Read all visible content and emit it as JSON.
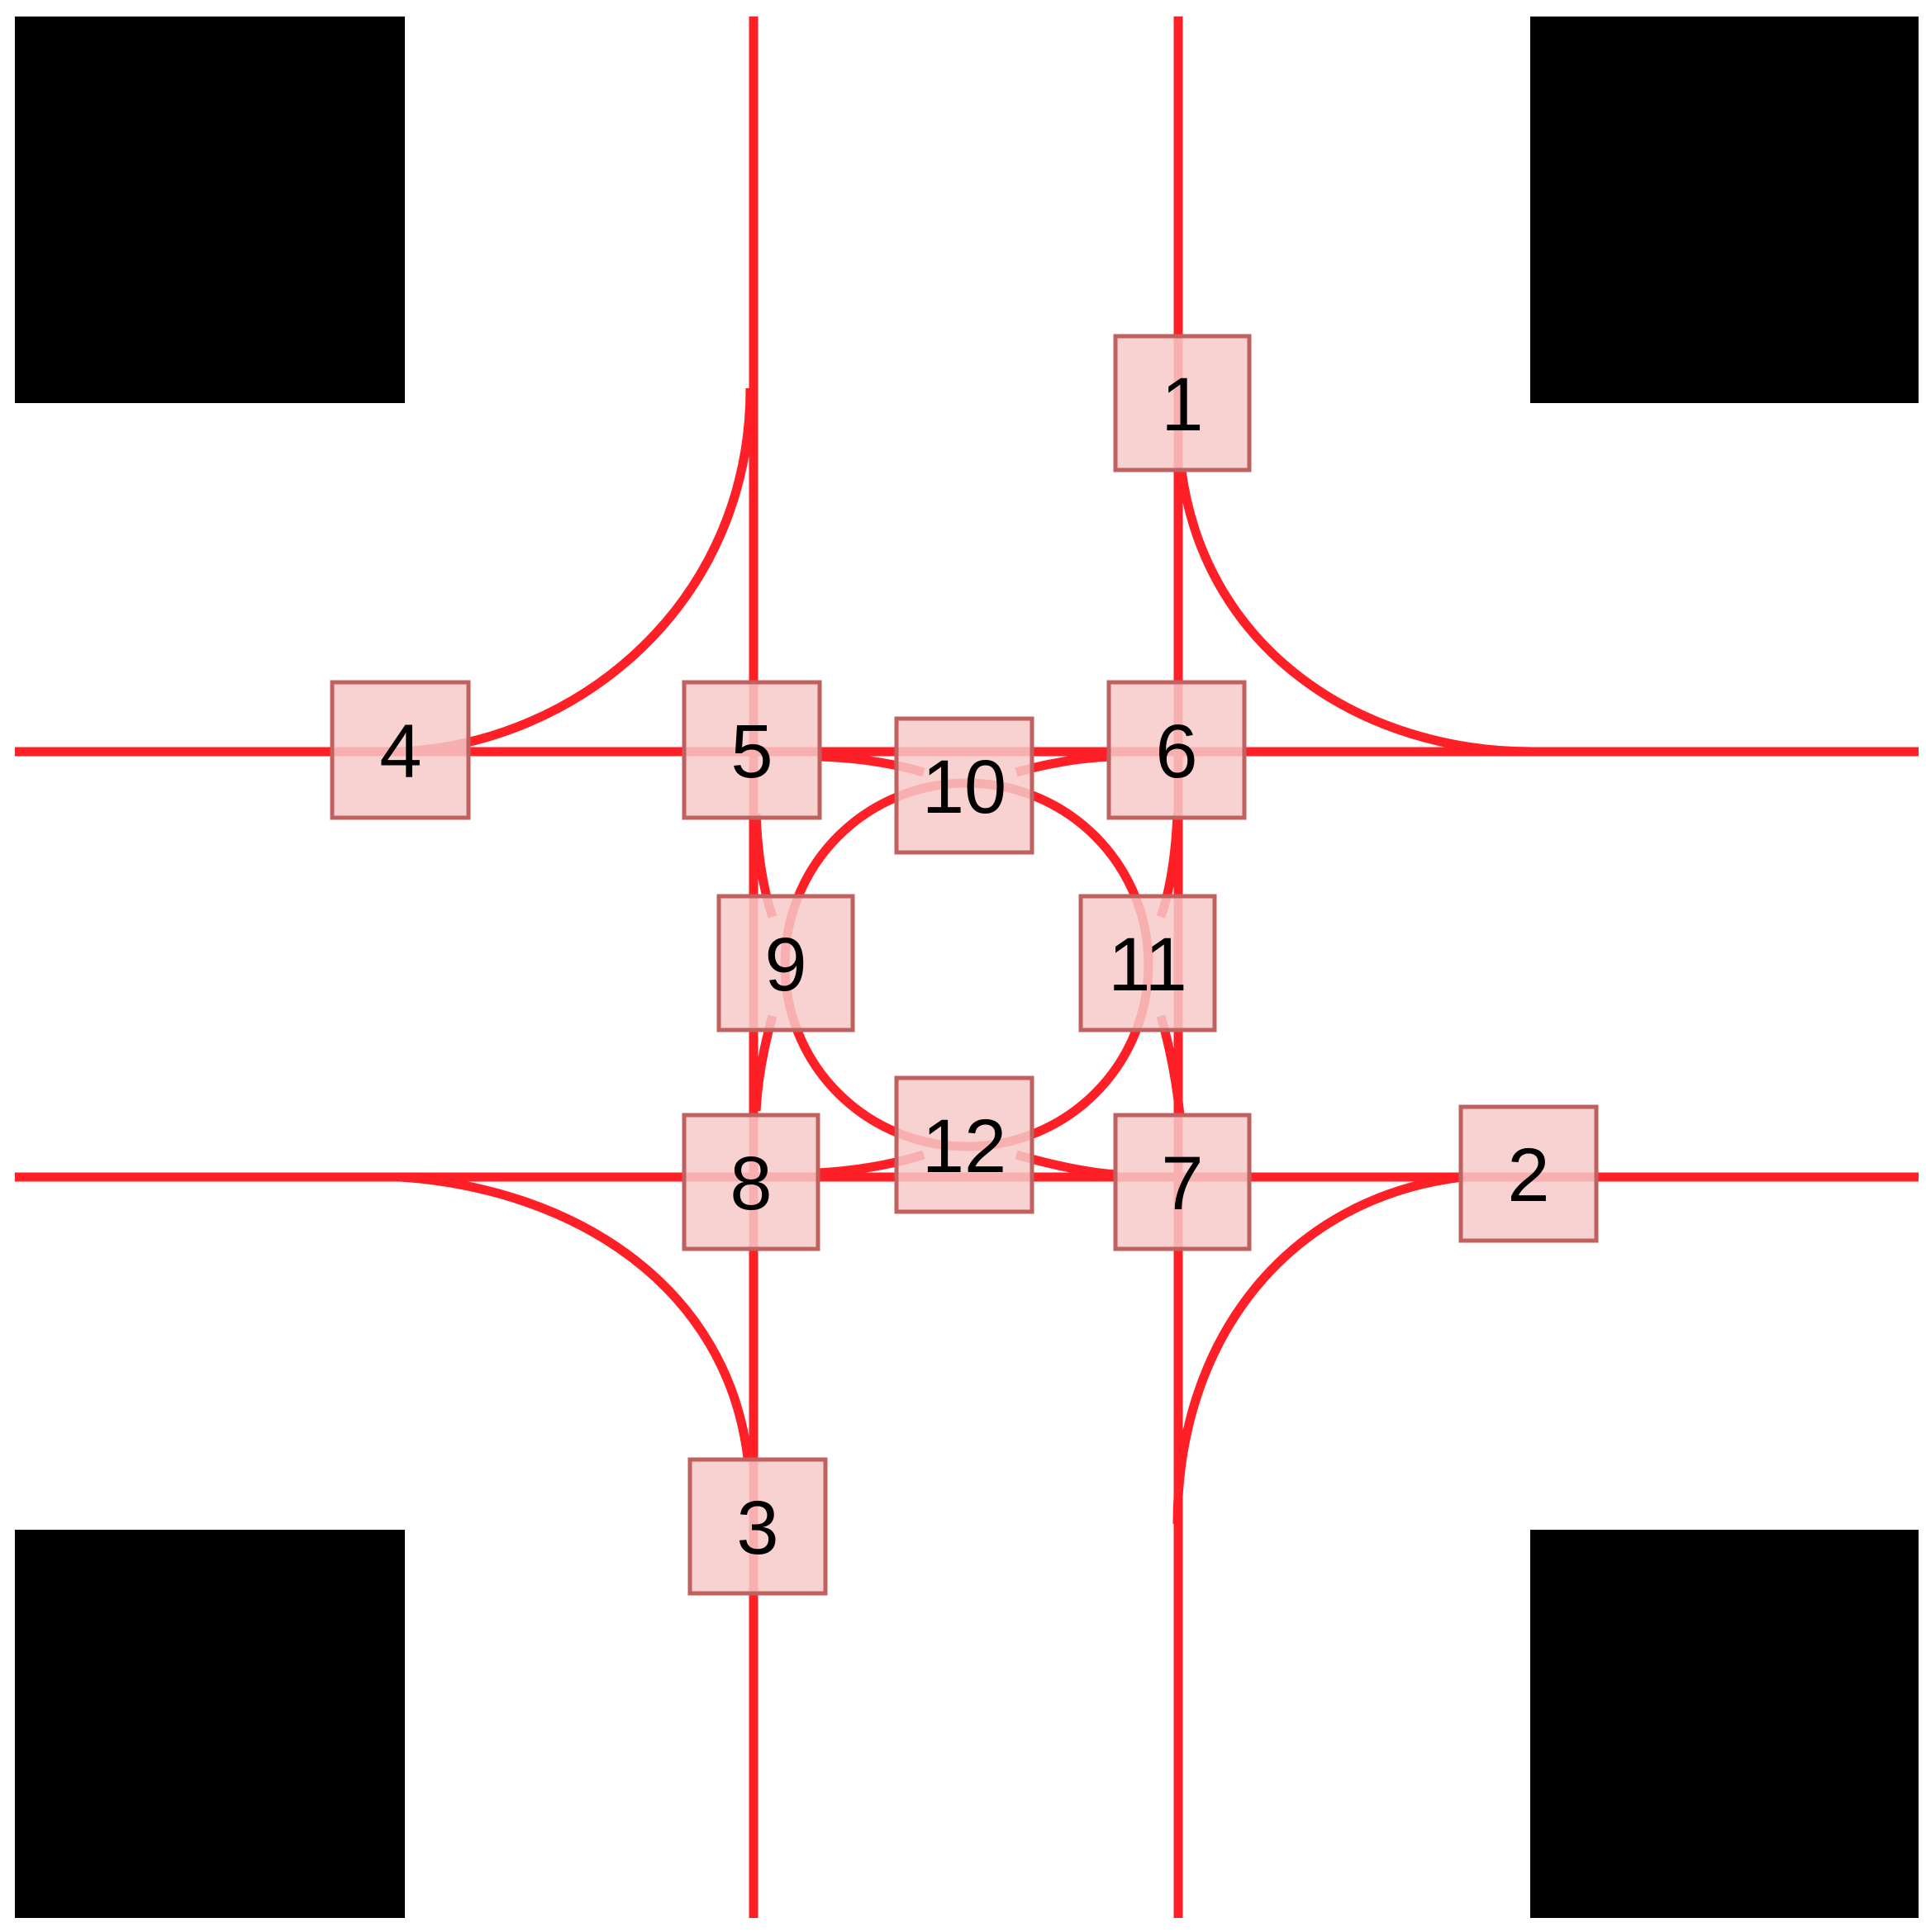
{
  "colors": {
    "background": "#ffffff",
    "block": "#000000",
    "track": "#ff1f26",
    "node_fill": "#f7c9c9",
    "node_stroke": "#c0605f"
  },
  "nodes": [
    {
      "id": "node-1",
      "label": "1"
    },
    {
      "id": "node-2",
      "label": "2"
    },
    {
      "id": "node-3",
      "label": "3"
    },
    {
      "id": "node-4",
      "label": "4"
    },
    {
      "id": "node-5",
      "label": "5"
    },
    {
      "id": "node-6",
      "label": "6"
    },
    {
      "id": "node-7",
      "label": "7"
    },
    {
      "id": "node-8",
      "label": "8"
    },
    {
      "id": "node-9",
      "label": "9"
    },
    {
      "id": "node-10",
      "label": "10"
    },
    {
      "id": "node-11",
      "label": "11"
    },
    {
      "id": "node-12",
      "label": "12"
    }
  ]
}
